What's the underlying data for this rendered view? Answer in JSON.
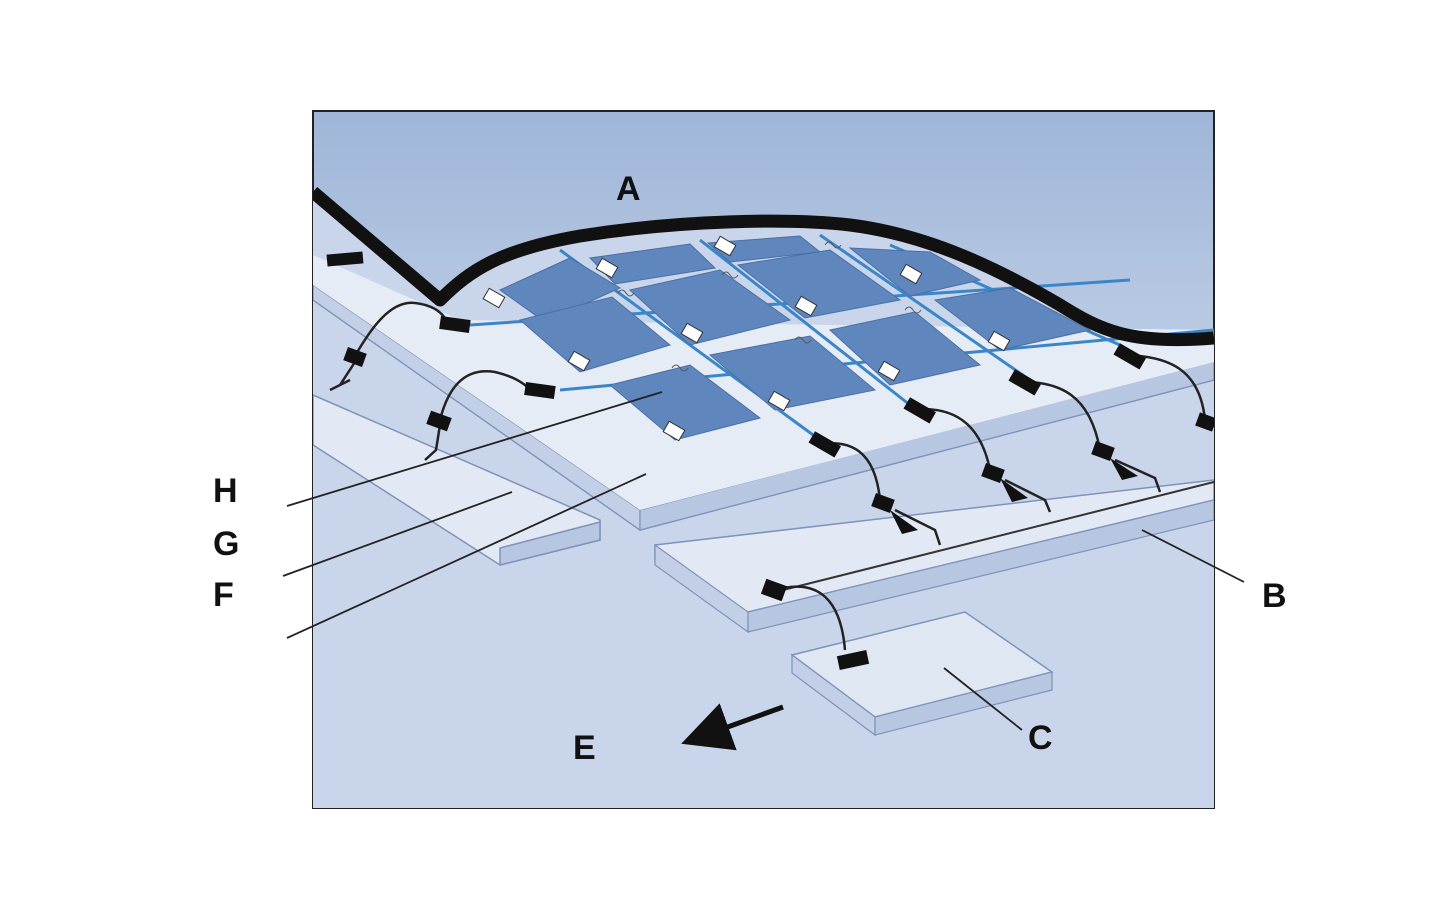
{
  "labels": {
    "a": "A",
    "b": "B",
    "c": "C",
    "e": "E",
    "f": "F",
    "g": "G",
    "h": "H"
  },
  "colors": {
    "sky_top": "#9fb6d8",
    "sky_bottom": "#eef2fa",
    "membrane": "#111111",
    "panel_cell": "#5f86bd",
    "conductor": "#3a86c8",
    "slab_face": "#dde5f2",
    "slab_edge": "#b7c6e1"
  }
}
